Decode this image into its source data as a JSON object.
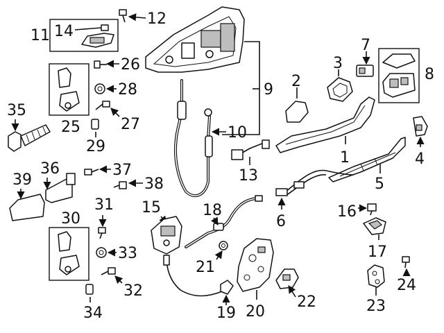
{
  "labels": {
    "p1": "1",
    "p2": "2",
    "p3": "3",
    "p4": "4",
    "p5": "5",
    "p6": "6",
    "p7": "7",
    "p8": "8",
    "p9": "9",
    "p10": "10",
    "p11": "11",
    "p12": "12",
    "p13": "13",
    "p14": "14",
    "p15": "15",
    "p16": "16",
    "p17": "17",
    "p18": "18",
    "p19": "19",
    "p20": "20",
    "p21": "21",
    "p22": "22",
    "p23": "23",
    "p24": "24",
    "p25": "25",
    "p26": "26",
    "p27": "27",
    "p28": "28",
    "p29": "29",
    "p30": "30",
    "p31": "31",
    "p32": "32",
    "p33": "33",
    "p34": "34",
    "p35": "35",
    "p36": "36",
    "p37": "37",
    "p38": "38",
    "p39": "39"
  }
}
